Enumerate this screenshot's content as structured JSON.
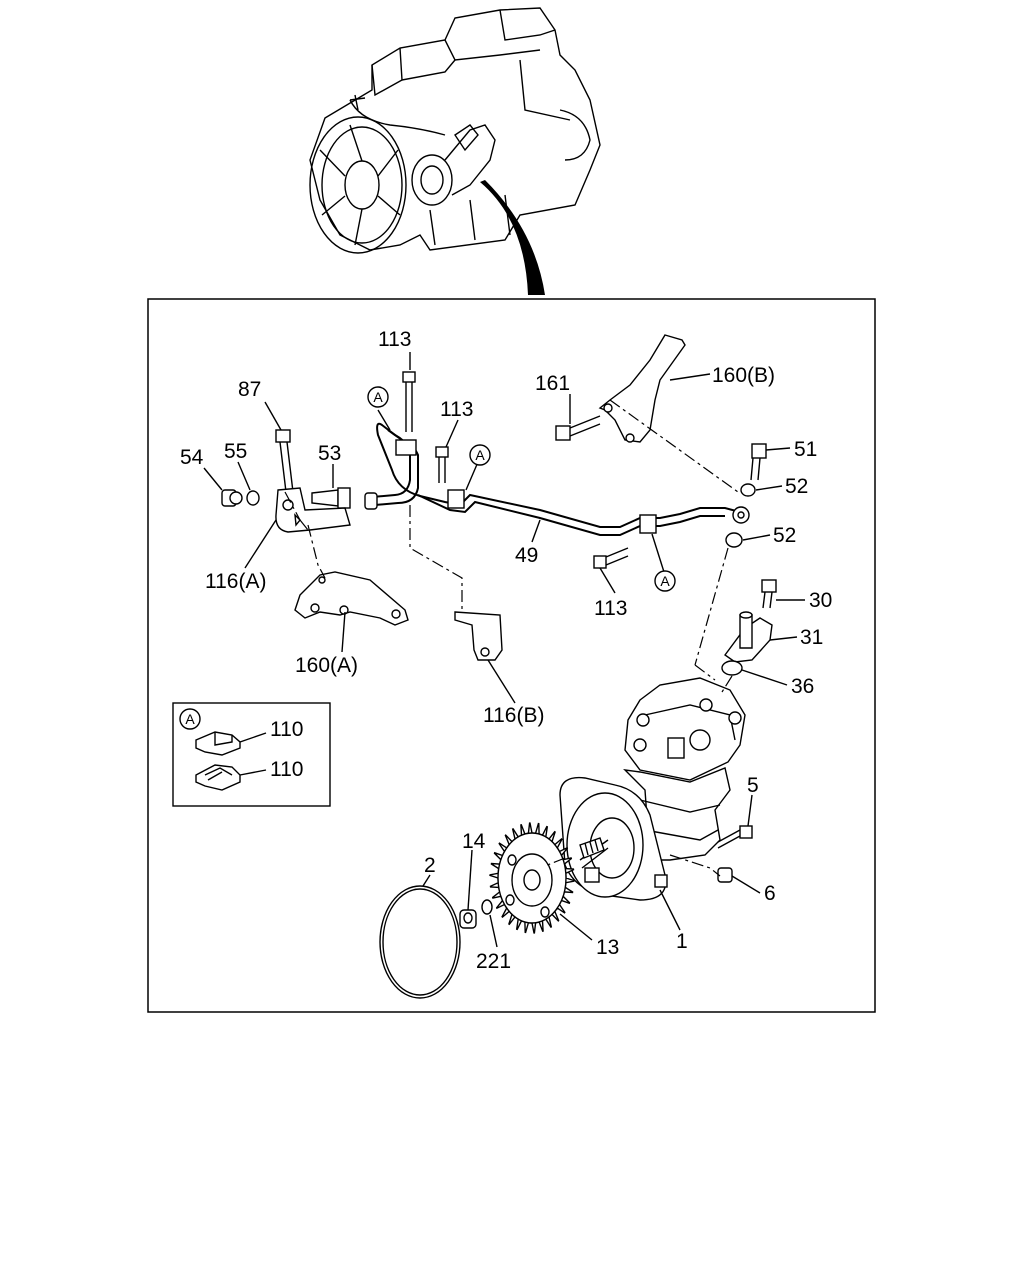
{
  "callouts": [
    {
      "id": "c113a",
      "text": "113"
    },
    {
      "id": "c87",
      "text": "87"
    },
    {
      "id": "c113b",
      "text": "113"
    },
    {
      "id": "c161",
      "text": "161"
    },
    {
      "id": "c160b",
      "text": "160(B)"
    },
    {
      "id": "c54",
      "text": "54"
    },
    {
      "id": "c55",
      "text": "55"
    },
    {
      "id": "c53",
      "text": "53"
    },
    {
      "id": "c51",
      "text": "51"
    },
    {
      "id": "c52a",
      "text": "52"
    },
    {
      "id": "c52b",
      "text": "52"
    },
    {
      "id": "c49",
      "text": "49"
    },
    {
      "id": "c116a",
      "text": "116(A)"
    },
    {
      "id": "c113c",
      "text": "113"
    },
    {
      "id": "c30",
      "text": "30"
    },
    {
      "id": "c31",
      "text": "31"
    },
    {
      "id": "c160a",
      "text": "160(A)"
    },
    {
      "id": "c36",
      "text": "36"
    },
    {
      "id": "c116b",
      "text": "116(B)"
    },
    {
      "id": "c110a",
      "text": "110"
    },
    {
      "id": "c110b",
      "text": "110"
    },
    {
      "id": "c5",
      "text": "5"
    },
    {
      "id": "c14",
      "text": "14"
    },
    {
      "id": "c2",
      "text": "2"
    },
    {
      "id": "c6",
      "text": "6"
    },
    {
      "id": "c13",
      "text": "13"
    },
    {
      "id": "c1",
      "text": "1"
    },
    {
      "id": "c221",
      "text": "221"
    }
  ],
  "ref_marks": [
    {
      "id": "ra1",
      "text": "A"
    },
    {
      "id": "ra2",
      "text": "A"
    },
    {
      "id": "ra3",
      "text": "A"
    },
    {
      "id": "ra4",
      "text": "A"
    }
  ]
}
